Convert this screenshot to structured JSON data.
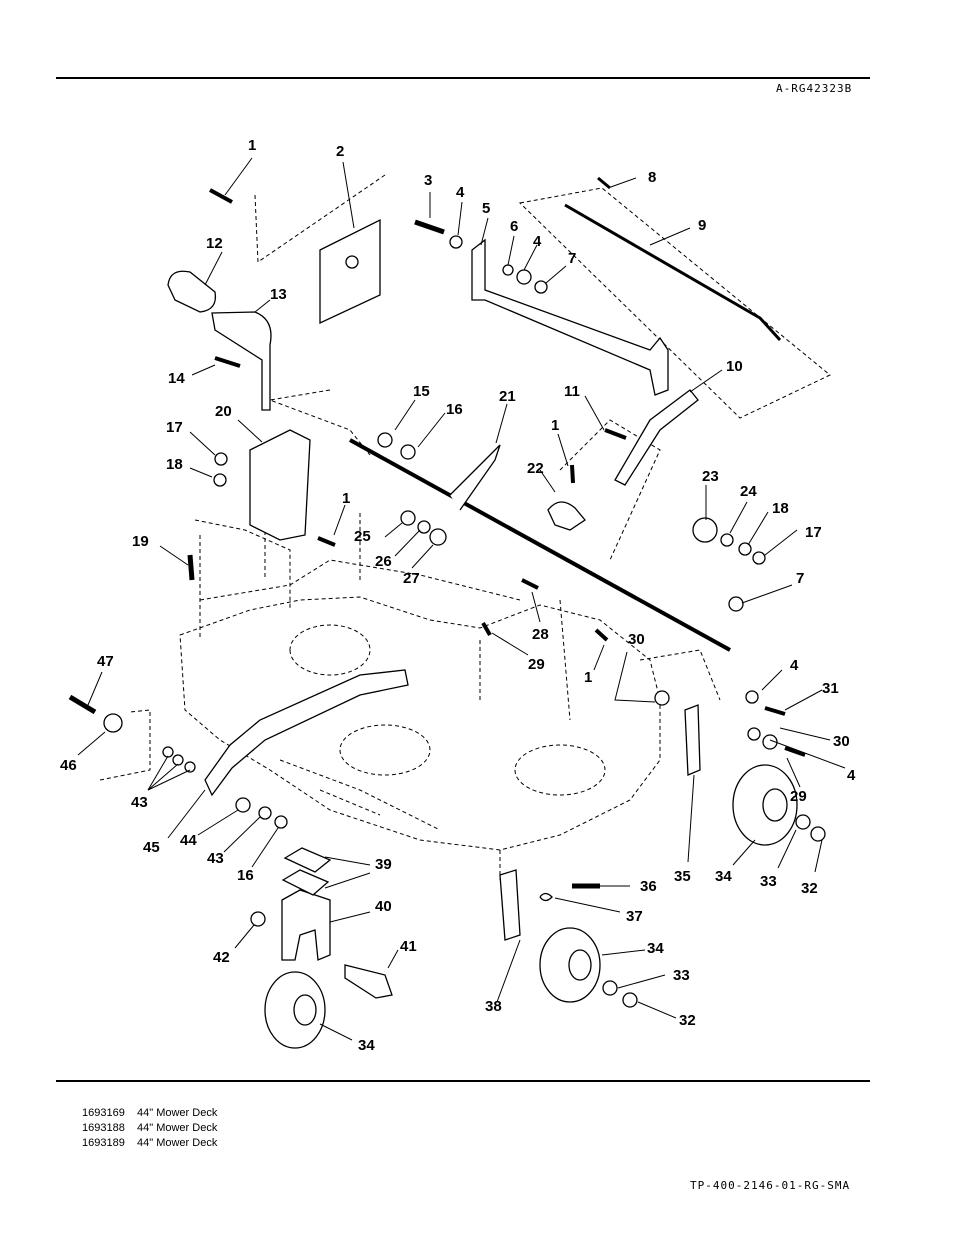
{
  "header": {
    "reference": "A-RG42323B"
  },
  "footer": {
    "reference": "TP-400-2146-01-RG-SMA"
  },
  "models": [
    {
      "number": "1693169",
      "description": "44\" Mower Deck"
    },
    {
      "number": "1693188",
      "description": "44\" Mower Deck"
    },
    {
      "number": "1693189",
      "description": "44\" Mower Deck"
    }
  ],
  "callouts": [
    {
      "id": "c1a",
      "label": "1"
    },
    {
      "id": "c2",
      "label": "2"
    },
    {
      "id": "c3",
      "label": "3"
    },
    {
      "id": "c4a",
      "label": "4"
    },
    {
      "id": "c5",
      "label": "5"
    },
    {
      "id": "c6",
      "label": "6"
    },
    {
      "id": "c4b",
      "label": "4"
    },
    {
      "id": "c7a",
      "label": "7"
    },
    {
      "id": "c8",
      "label": "8"
    },
    {
      "id": "c9",
      "label": "9"
    },
    {
      "id": "c12",
      "label": "12"
    },
    {
      "id": "c13",
      "label": "13"
    },
    {
      "id": "c14",
      "label": "14"
    },
    {
      "id": "c10",
      "label": "10"
    },
    {
      "id": "c11",
      "label": "11"
    },
    {
      "id": "c15",
      "label": "15"
    },
    {
      "id": "c16a",
      "label": "16"
    },
    {
      "id": "c21",
      "label": "21"
    },
    {
      "id": "c20",
      "label": "20"
    },
    {
      "id": "c17a",
      "label": "17"
    },
    {
      "id": "c18a",
      "label": "18"
    },
    {
      "id": "c1b",
      "label": "1"
    },
    {
      "id": "c22",
      "label": "22"
    },
    {
      "id": "c1c",
      "label": "1"
    },
    {
      "id": "c23",
      "label": "23"
    },
    {
      "id": "c24",
      "label": "24"
    },
    {
      "id": "c18b",
      "label": "18"
    },
    {
      "id": "c17b",
      "label": "17"
    },
    {
      "id": "c25",
      "label": "25"
    },
    {
      "id": "c26",
      "label": "26"
    },
    {
      "id": "c27",
      "label": "27"
    },
    {
      "id": "c19",
      "label": "19"
    },
    {
      "id": "c7b",
      "label": "7"
    },
    {
      "id": "c28",
      "label": "28"
    },
    {
      "id": "c29a",
      "label": "29"
    },
    {
      "id": "c30a",
      "label": "30"
    },
    {
      "id": "c1d",
      "label": "1"
    },
    {
      "id": "c47",
      "label": "47"
    },
    {
      "id": "c4c",
      "label": "4"
    },
    {
      "id": "c31",
      "label": "31"
    },
    {
      "id": "c30b",
      "label": "30"
    },
    {
      "id": "c4d",
      "label": "4"
    },
    {
      "id": "c46",
      "label": "46"
    },
    {
      "id": "c29b",
      "label": "29"
    },
    {
      "id": "c43a",
      "label": "43"
    },
    {
      "id": "c45",
      "label": "45"
    },
    {
      "id": "c44",
      "label": "44"
    },
    {
      "id": "c43b",
      "label": "43"
    },
    {
      "id": "c16b",
      "label": "16"
    },
    {
      "id": "c35",
      "label": "35"
    },
    {
      "id": "c34a",
      "label": "34"
    },
    {
      "id": "c33a",
      "label": "33"
    },
    {
      "id": "c32a",
      "label": "32"
    },
    {
      "id": "c39",
      "label": "39"
    },
    {
      "id": "c36",
      "label": "36"
    },
    {
      "id": "c40",
      "label": "40"
    },
    {
      "id": "c37",
      "label": "37"
    },
    {
      "id": "c41",
      "label": "41"
    },
    {
      "id": "c42",
      "label": "42"
    },
    {
      "id": "c34b",
      "label": "34"
    },
    {
      "id": "c33b",
      "label": "33"
    },
    {
      "id": "c38",
      "label": "38"
    },
    {
      "id": "c32b",
      "label": "32"
    },
    {
      "id": "c34c",
      "label": "34"
    }
  ]
}
